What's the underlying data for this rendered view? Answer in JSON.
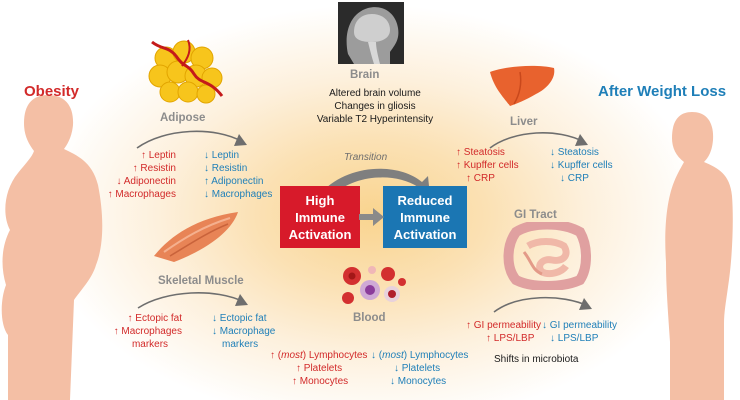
{
  "left_title": "Obesity",
  "right_title": "After Weight Loss",
  "brain": {
    "label": "Brain",
    "lines": [
      "Altered brain volume",
      "Changes in gliosis",
      "Variable T2 Hyperintensity"
    ]
  },
  "adipose": {
    "label": "Adipose",
    "before": [
      "↑ Leptin",
      "↑ Resistin",
      "↓ Adiponectin",
      "↑ Macrophages"
    ],
    "after": [
      "↓ Leptin",
      "↓ Resistin",
      "↑ Adiponectin",
      "↓ Macrophages"
    ]
  },
  "muscle": {
    "label": "Skeletal Muscle",
    "before": [
      "↑ Ectopic fat",
      "↑ Macrophages",
      "markers"
    ],
    "after": [
      "↓ Ectopic fat",
      "↓ Macrophage",
      "markers"
    ]
  },
  "liver": {
    "label": "Liver",
    "before": [
      "↑ Steatosis",
      "↑ Kupffer cells",
      "↑ CRP"
    ],
    "after": [
      "↓ Steatosis",
      "↓ Kupffer cells",
      "↓ CRP"
    ]
  },
  "gi": {
    "label": "GI Tract",
    "before": [
      "↑ GI permeability",
      "↑ LPS/LBP"
    ],
    "after": [
      "↓ GI permeability",
      "↓ LPS/LBP"
    ],
    "note": "Shifts in microbiota"
  },
  "blood": {
    "label": "Blood",
    "before_first": {
      "arrow": "↑ (",
      "italic": "most",
      "rest": ") Lymphocytes"
    },
    "before": [
      "↑ Platelets",
      "↑ Monocytes"
    ],
    "after_first": {
      "arrow": "↓ (",
      "italic": "most",
      "rest": ") Lymphocytes"
    },
    "after": [
      "↓ Platelets",
      "↓ Monocytes"
    ]
  },
  "transition_label": "Transition",
  "high_box": "High Immune Activation",
  "reduced_box": "Reduced Immune Activation",
  "colors": {
    "red": "#d22a2a",
    "blue": "#1f7fb8",
    "high_box": "#d71a2a",
    "reduced_box": "#1b76b3",
    "body": "#f4bfa5"
  }
}
